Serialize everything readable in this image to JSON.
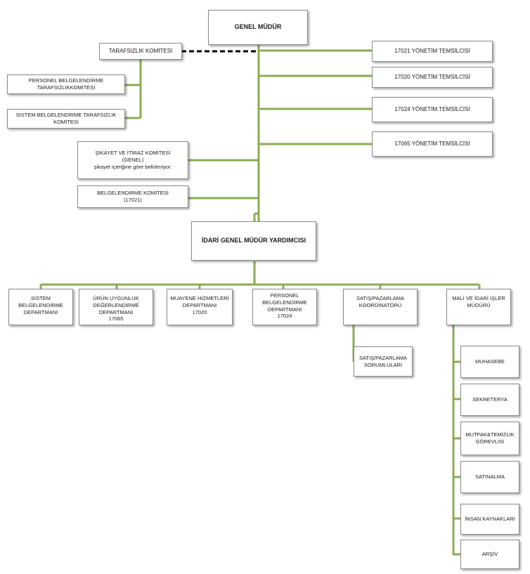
{
  "colors": {
    "connector": "#8aac52",
    "dashed": "#000000",
    "border": "#8a8a8a"
  },
  "top": {
    "director": "GENEL MÜDÜR"
  },
  "left_committees": {
    "impartiality": "TARAFSIZLIK KOMİTESİ",
    "personnel_impartiality": [
      "PERSONEL BELGELENDİRME",
      "TARAFSIZLIKKOMİTESİ"
    ],
    "system_impartiality": [
      "SİSTEM BELGELENDİRME  TARAFSIZLIK",
      "KOMİTESİ"
    ],
    "complaint": [
      "ŞİKAYET VE İTİRAZ KOMİTESİ",
      "(GENEL)",
      "şikayet içeriğine göre belirleniyor."
    ],
    "certification": [
      "BELGELENDİRME KOMİTESİ",
      "(17021)"
    ]
  },
  "representatives": [
    "17021 YÖNETİM TEMSİLCİSİ",
    "17020 YÖNETİM TEMSİLCİSİ",
    "17024 YÖNETİM TEMSİLCİSİ",
    "17065 YÖNETİM TEMSİLCİSİ"
  ],
  "deputy": "İDARİ GENEL MÜDÜR YARDIMCISI",
  "departments": [
    [
      "SİSTEM BELGELENDİRME",
      "DEPARTMANI"
    ],
    [
      "ÜRÜN UYGUNLUK",
      "DEĞERLENDİRME DEPARTMANI",
      "17065"
    ],
    [
      "MUAYENE HİZMETLERİ",
      "DEPARTMANI",
      "17020"
    ],
    [
      "PERSONEL BELGELENDİRME",
      "DEPARTMANI",
      "17024"
    ],
    [
      "SATIŞ/PAZARLAMA",
      "KOORDİNATÖRÜ"
    ],
    [
      "MALİ VE İDARİ İŞLER",
      "MÜDÜRÜ"
    ]
  ],
  "sales_staff": [
    "SATIŞ/PAZARLAMA",
    "SORUMLULARI"
  ],
  "admin_units": [
    [
      "MUHASEBE"
    ],
    [
      "SEKRETERYA"
    ],
    [
      "MUTFAK&TEMİZLİK",
      "GÖREVLİSİ"
    ],
    [
      "SATINALMA"
    ],
    [
      "İNSAN KAYNAKLARI"
    ],
    [
      "ARŞİV"
    ]
  ]
}
